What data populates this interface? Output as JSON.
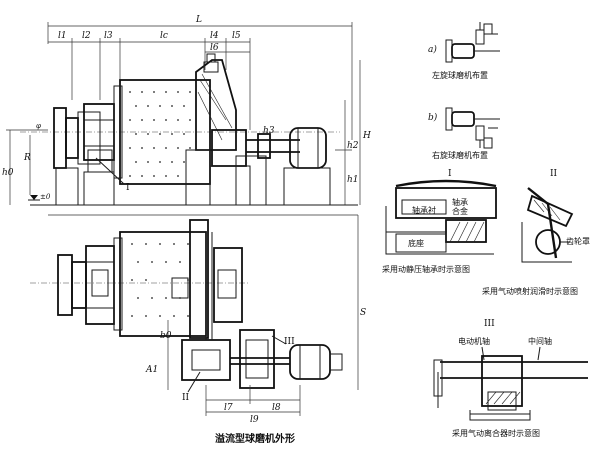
{
  "title": "溢流型球磨机外形",
  "views": {
    "left_layout": "左旋球磨机布置",
    "right_layout": "右旋球磨机布置",
    "marker_a": "a)",
    "marker_b": "b)"
  },
  "details": {
    "I": {
      "numeral": "I",
      "label_liner": "轴承衬",
      "label_alloy_1": "轴承",
      "label_alloy_2": "合金",
      "label_base": "底座",
      "caption": "采用动静压轴承时示意图"
    },
    "II": {
      "numeral": "II",
      "label_gear": "齿轮罩",
      "caption": "采用气动喷射润滑时示意图"
    },
    "III": {
      "numeral": "III",
      "label_motor_shaft": "电动机轴",
      "label_mid_shaft": "中间轴",
      "caption": "采用气动离合器时示意图"
    }
  },
  "callouts": {
    "c1": "I",
    "c2": "II",
    "c3": "III"
  },
  "dimensions": {
    "L": "L",
    "l1": "l1",
    "l2": "l2",
    "l3": "l3",
    "l4": "l4",
    "l5": "l5",
    "l6": "l6",
    "l7": "l7",
    "l8": "l8",
    "l9": "l9",
    "lc": "lc",
    "h0": "h0",
    "h1": "h1",
    "h2": "h2",
    "h3": "h3",
    "R": "R",
    "H": "H",
    "S": "S",
    "b0": "b0",
    "A1": "A1",
    "zero": "±0",
    "phi": "φ"
  }
}
